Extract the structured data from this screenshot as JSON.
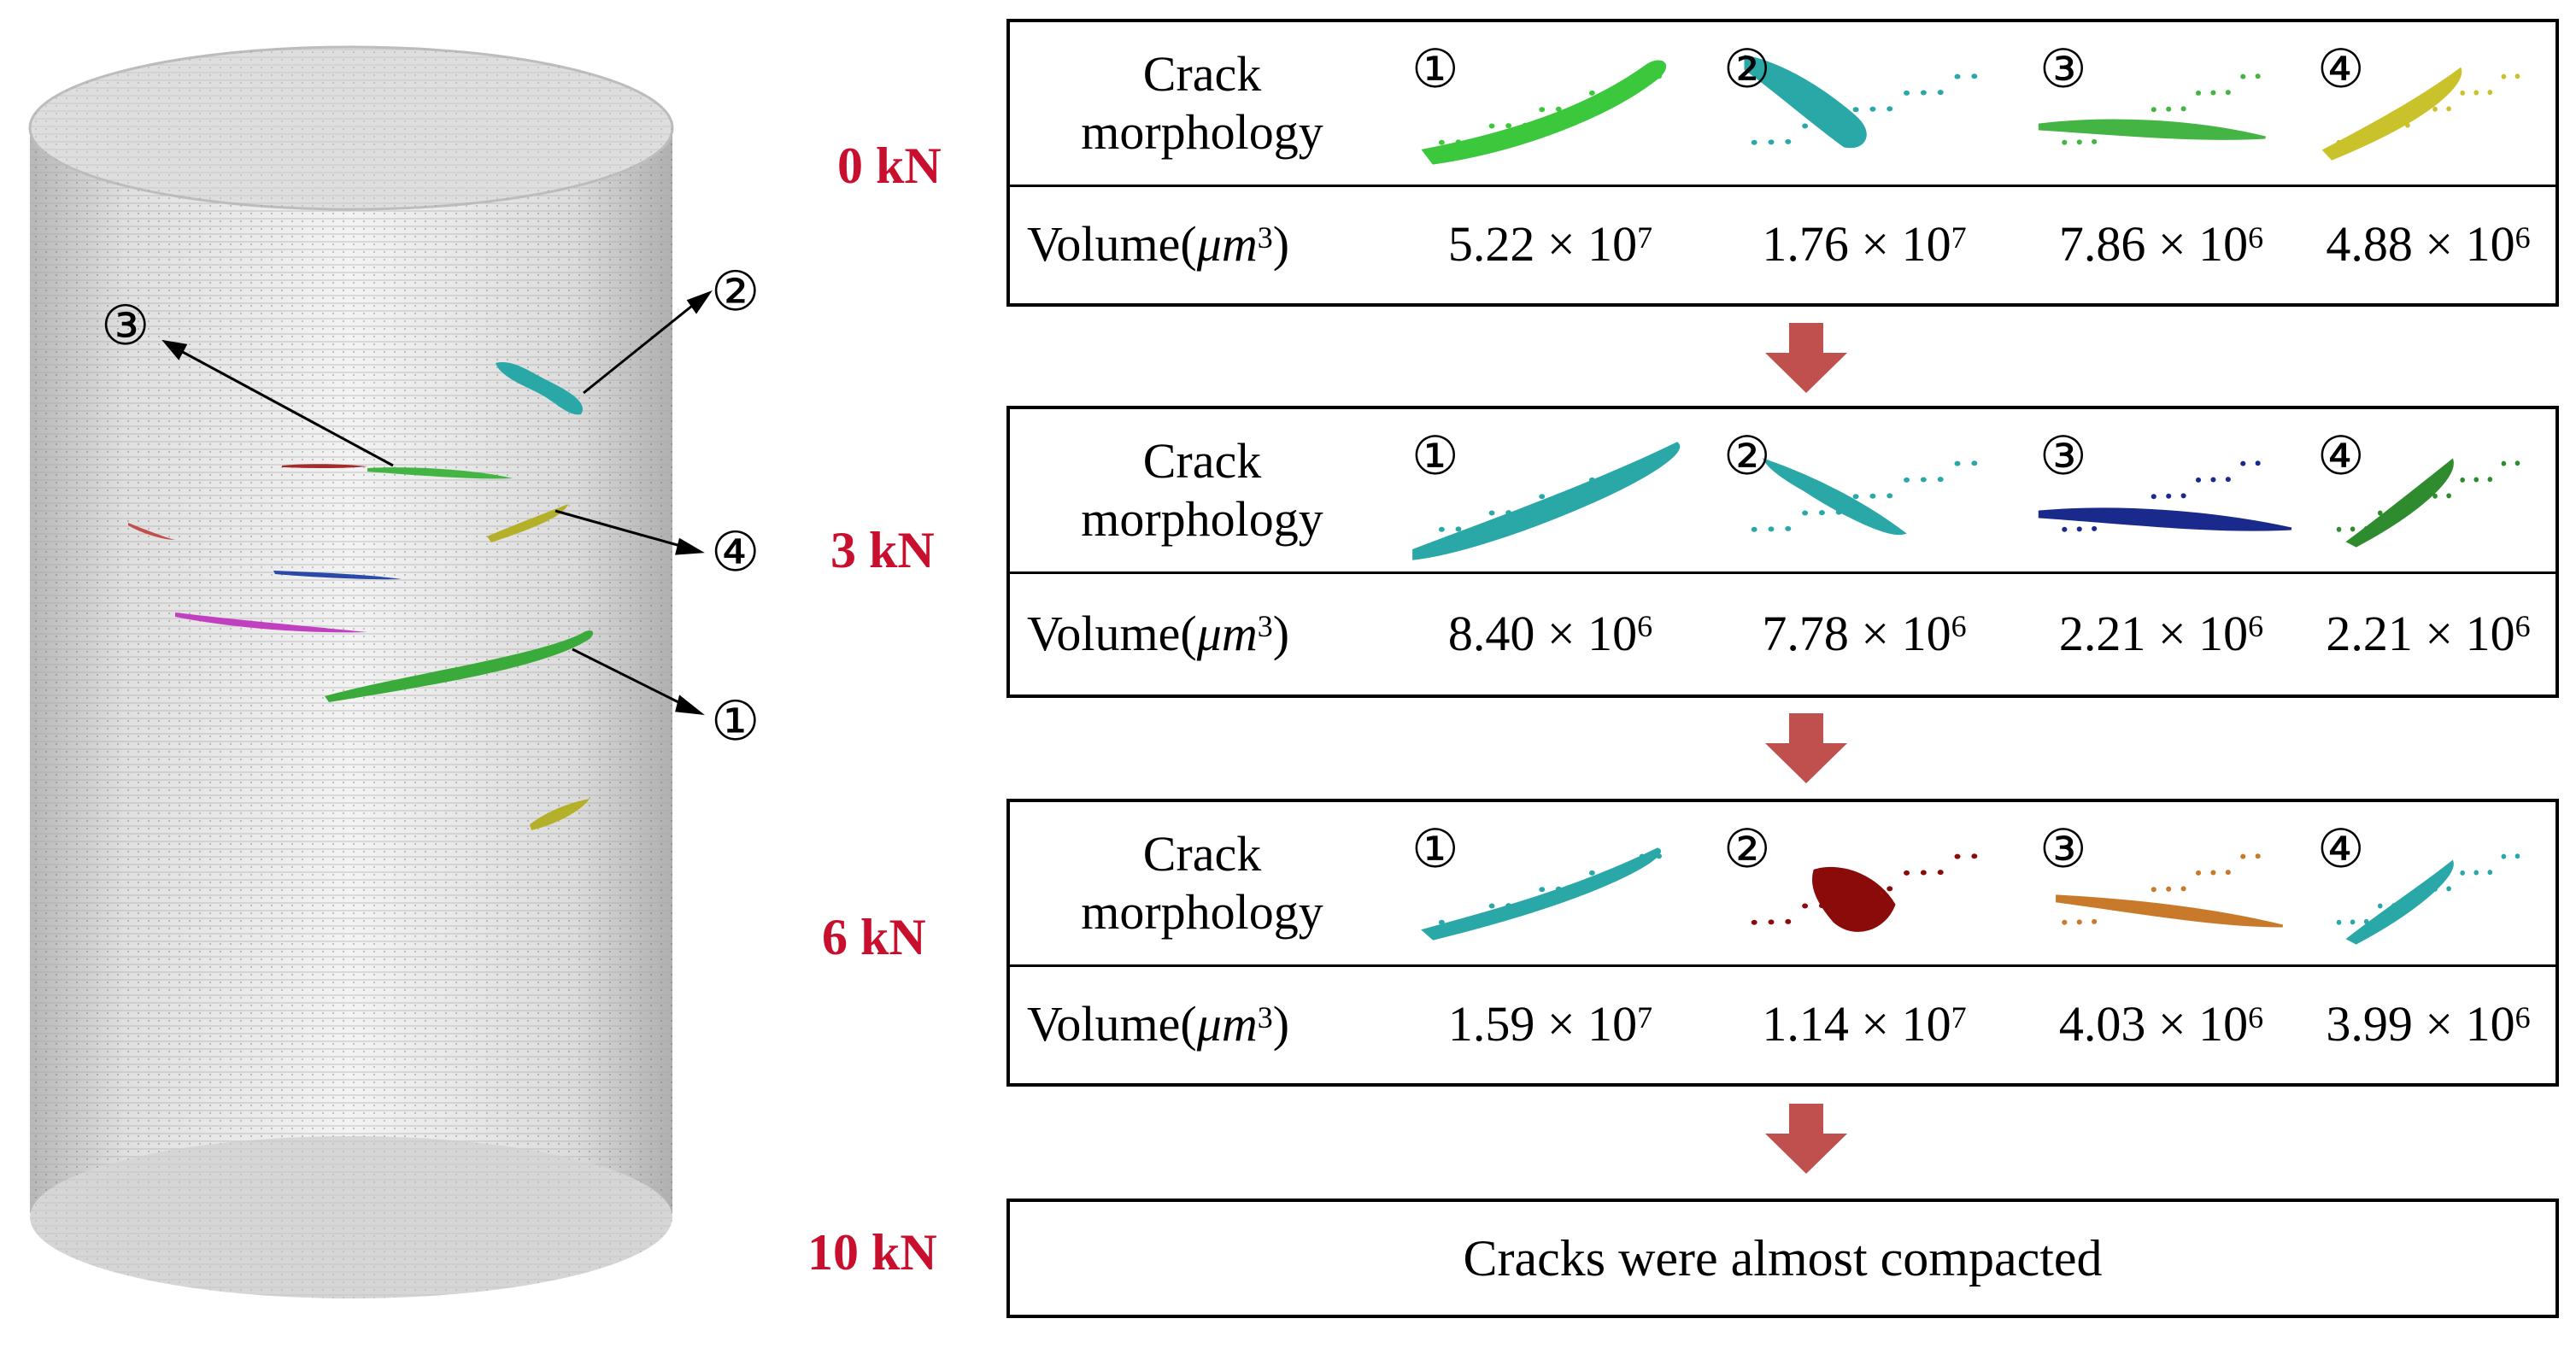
{
  "labels": {
    "crack_morphology_line1": "Crack",
    "crack_morphology_line2": "morphology",
    "volume_prefix": "Volume(",
    "volume_unit_base": "μm",
    "volume_unit_exp": "3",
    "volume_suffix": ")"
  },
  "crack_numbers": [
    "①",
    "②",
    "③",
    "④"
  ],
  "stages": [
    {
      "load": "0 kN",
      "cracks": [
        {
          "num": "①",
          "color": "#3cc83c",
          "mantissa": "5.22 × 10",
          "exp": "7"
        },
        {
          "num": "②",
          "color": "#2aa7a7",
          "mantissa": "1.76 × 10",
          "exp": "7"
        },
        {
          "num": "③",
          "color": "#44b544",
          "mantissa": "7.86 × 10",
          "exp": "6"
        },
        {
          "num": "④",
          "color": "#c9c22a",
          "mantissa": "4.88 × 10",
          "exp": "6"
        }
      ]
    },
    {
      "load": "3 kN",
      "cracks": [
        {
          "num": "①",
          "color": "#2aa7a7",
          "mantissa": "8.40 × 10",
          "exp": "6"
        },
        {
          "num": "②",
          "color": "#2aa7a7",
          "mantissa": "7.78 × 10",
          "exp": "6"
        },
        {
          "num": "③",
          "color": "#1a2a8c",
          "mantissa": "2.21 × 10",
          "exp": "6"
        },
        {
          "num": "④",
          "color": "#2e8b2e",
          "mantissa": "2.21 × 10",
          "exp": "6"
        }
      ]
    },
    {
      "load": "6 kN",
      "cracks": [
        {
          "num": "①",
          "color": "#2aa7a7",
          "mantissa": "1.59 × 10",
          "exp": "7"
        },
        {
          "num": "②",
          "color": "#8b0a0a",
          "mantissa": "1.14 × 10",
          "exp": "7"
        },
        {
          "num": "③",
          "color": "#c87a2a",
          "mantissa": "4.03 × 10",
          "exp": "6"
        },
        {
          "num": "④",
          "color": "#2aa7a7",
          "mantissa": "3.99 × 10",
          "exp": "6"
        }
      ]
    }
  ],
  "final_stage": {
    "load": "10 kN",
    "text": "Cracks were almost compacted"
  },
  "colors": {
    "load_label": "#c8102e",
    "arrow": "#c0504d",
    "specimen": "#d9d9d9"
  }
}
